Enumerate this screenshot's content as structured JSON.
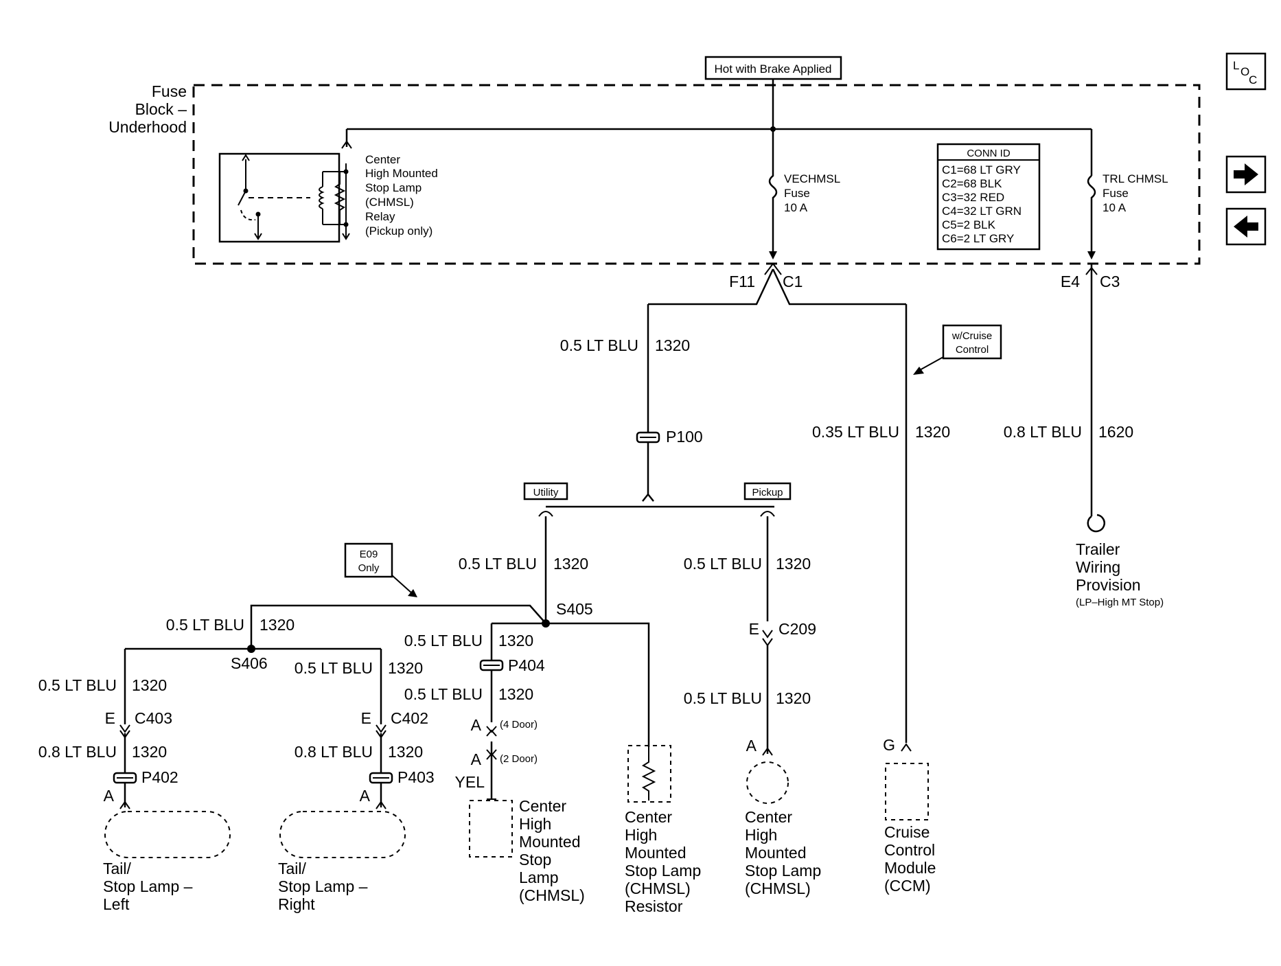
{
  "title_box": "Hot with Brake Applied",
  "fuse_block": {
    "line1": "Fuse",
    "line2": "Block –",
    "line3": "Underhood"
  },
  "relay": {
    "line1": "Center",
    "line2": "High Mounted",
    "line3": "Stop Lamp",
    "line4": "(CHMSL)",
    "line5": "Relay",
    "line6": "(Pickup only)"
  },
  "fuse_vechmsl": {
    "name": "VECHMSL",
    "type": "Fuse",
    "rating": "10 A"
  },
  "fuse_trl": {
    "name": "TRL CHMSL",
    "type": "Fuse",
    "rating": "10 A"
  },
  "conn_id": {
    "title": "CONN ID",
    "rows": [
      "C1=68 LT GRY",
      "C2=68 BLK",
      "C3=32 RED",
      "C4=32 LT GRN",
      "C5=2 BLK",
      "C6=2 LT GRY"
    ]
  },
  "nav": {
    "loc_l": "L",
    "loc_o": "O",
    "loc_c": "C",
    "next_glyph": "🢂",
    "prev_glyph": "🢀"
  },
  "connectors": {
    "f11": "F11",
    "c1": "C1",
    "e4": "E4",
    "c3": "C3",
    "p100": "P100",
    "p402": "P402",
    "p403": "P403",
    "p404": "P404",
    "c209_pin": "E",
    "c209": "C209",
    "c403_pin": "E",
    "c403": "C403",
    "c402_pin": "E",
    "c402": "C402",
    "pin_a": "A",
    "pin_g": "G",
    "door4": "(4 Door)",
    "door2": "(2 Door)",
    "yel": "YEL"
  },
  "splices": {
    "s405": "S405",
    "s406": "S406"
  },
  "wires": {
    "lt_blu_05": "0.5 LT BLU",
    "lt_blu_035": "0.35 LT BLU",
    "lt_blu_08": "0.8 LT BLU",
    "circuit_1320": "1320",
    "circuit_1620": "1620"
  },
  "options": {
    "cruise1": "w/Cruise",
    "cruise2": "Control",
    "utility": "Utility",
    "pickup": "Pickup",
    "e09_1": "E09",
    "e09_2": "Only"
  },
  "components": {
    "trailer": {
      "line1": "Trailer",
      "line2": "Wiring",
      "line3": "Provision",
      "line4": "(LP–High MT Stop)"
    },
    "tail_left": {
      "line1": "Tail/",
      "line2": "Stop Lamp –",
      "line3": "Left"
    },
    "tail_right": {
      "line1": "Tail/",
      "line2": "Stop Lamp –",
      "line3": "Right"
    },
    "chmsl_a": {
      "line1": "Center",
      "line2": "High",
      "line3": "Mounted",
      "line4": "Stop",
      "line5": "Lamp",
      "line6": "(CHMSL)"
    },
    "chmsl_resistor": {
      "line1": "Center",
      "line2": "High",
      "line3": "Mounted",
      "line4": "Stop Lamp",
      "line5": "(CHMSL)",
      "line6": "Resistor"
    },
    "chmsl_b": {
      "line1": "Center",
      "line2": "High",
      "line3": "Mounted",
      "line4": "Stop Lamp",
      "line5": "(CHMSL)"
    },
    "ccm": {
      "line1": "Cruise",
      "line2": "Control",
      "line3": "Module",
      "line4": "(CCM)"
    }
  }
}
